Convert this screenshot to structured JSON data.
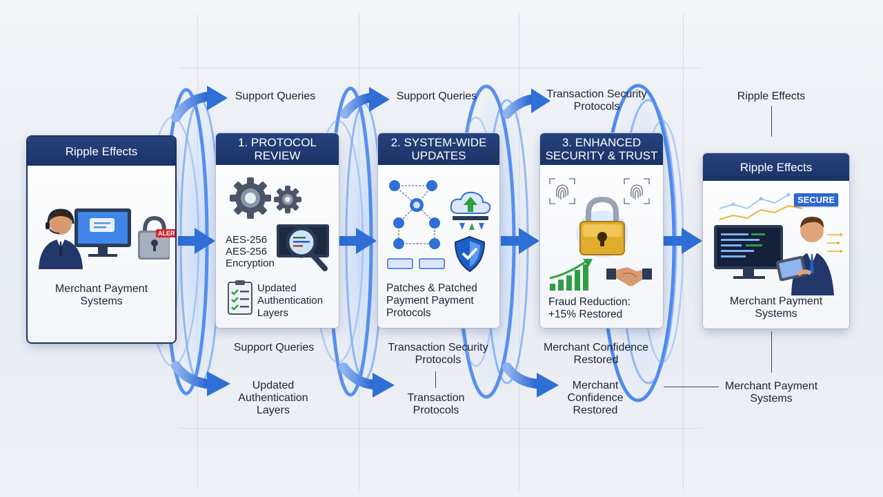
{
  "cards": {
    "left": {
      "title": "Ripple Effects",
      "text": [
        "Merchant Payment",
        "Systems"
      ],
      "badge": "ALERT"
    },
    "step1": {
      "title": [
        "1. PROTOCOL",
        "REVIEW"
      ],
      "enc": [
        "AES-256",
        "AES-256",
        "Encryption"
      ],
      "auth": [
        "Updated",
        "Authentication",
        "Layers"
      ]
    },
    "step2": {
      "title": [
        "2. SYSTEM-WIDE",
        "UPDATES"
      ],
      "text": [
        "Patches & Patched",
        "Payment Payment",
        "Protocols"
      ]
    },
    "step3": {
      "title": [
        "3. ENHANCED",
        "SECURITY & TRUST"
      ],
      "text": [
        "Fraud Reduction:",
        "+15% Restored"
      ]
    },
    "right": {
      "title": "Ripple Effects",
      "text": [
        "Merchant Payment",
        "Systems"
      ],
      "badge": "SECURE"
    }
  },
  "labels": {
    "top1": [
      "Support Queries"
    ],
    "top2": [
      "Support Queries"
    ],
    "top3": [
      "Transaction Security",
      "Protocols"
    ],
    "top4": [
      "Ripple Effects"
    ],
    "bot1a": [
      "Support Queries"
    ],
    "bot1b": [
      "Updated",
      "Authentication",
      "Layers"
    ],
    "bot2a": [
      "Transaction Security",
      "Protocols"
    ],
    "bot2b": [
      "Transaction",
      "Protocols"
    ],
    "bot3a": [
      "Merchant Confidence",
      "Restored"
    ],
    "bot3b": [
      "Merchant",
      "Confidence",
      "Restored"
    ],
    "bot4": [
      "Merchant Payment",
      "Systems"
    ]
  },
  "colors": {
    "navy": "#1b3266",
    "blue": "#2f6fd6",
    "ring": "#3d7ff0",
    "green": "#2ea043",
    "gold": "#e8b530",
    "red": "#d9252b"
  }
}
